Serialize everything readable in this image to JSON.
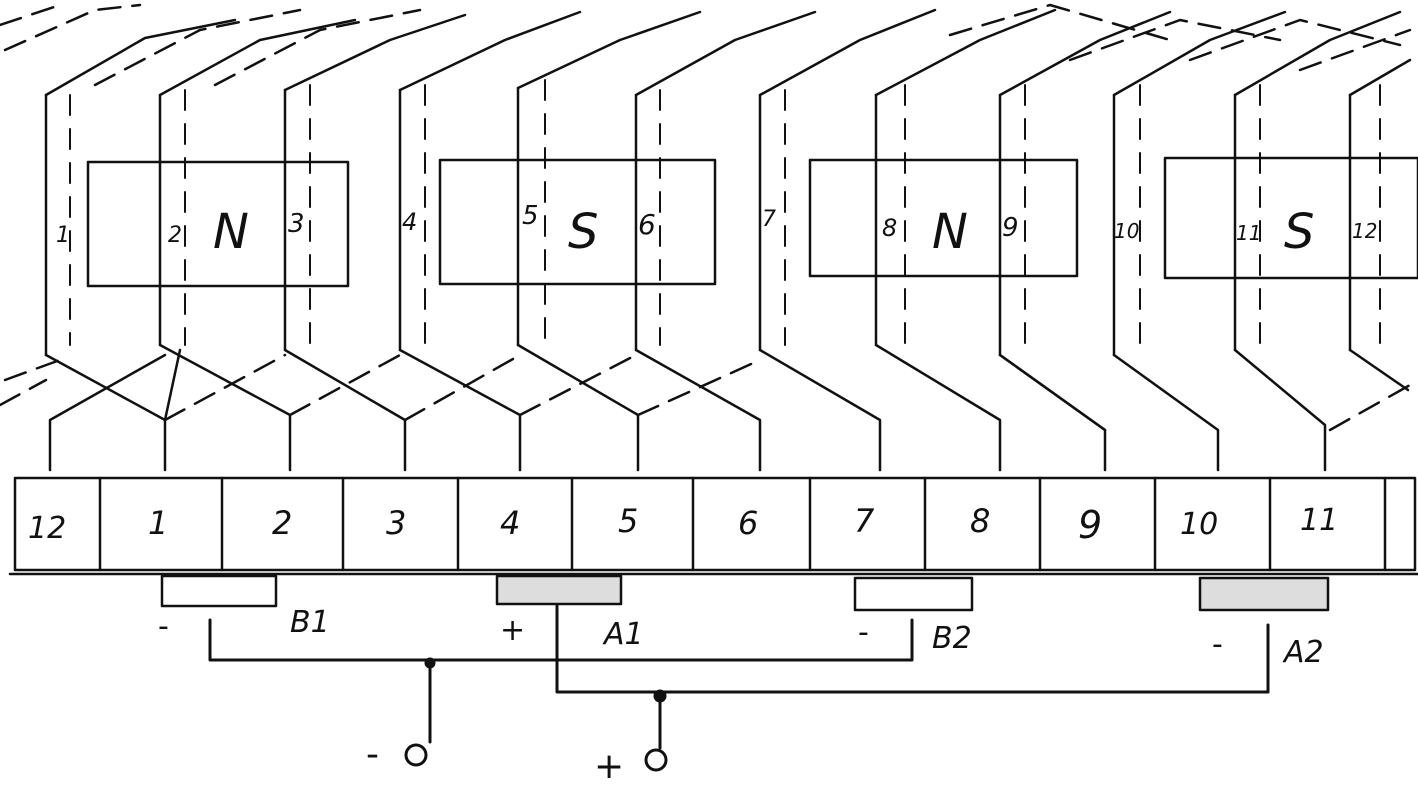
{
  "slots": [
    "1",
    "2",
    "3",
    "4",
    "5",
    "6",
    "7",
    "8",
    "9",
    "10",
    "11",
    "12"
  ],
  "poles": [
    "N",
    "S",
    "N",
    "S"
  ],
  "commutator_segments": [
    "12",
    "1",
    "2",
    "3",
    "4",
    "5",
    "6",
    "7",
    "8",
    "9",
    "10",
    "11"
  ],
  "brushes": [
    {
      "name": "B1",
      "sign": "-"
    },
    {
      "name": "A1",
      "sign": "+"
    },
    {
      "name": "B2",
      "sign": "-"
    },
    {
      "name": "A2",
      "sign": "-"
    }
  ],
  "terminals": [
    {
      "sign": "-"
    },
    {
      "sign": "+"
    }
  ],
  "colors": {
    "ink": "#111111",
    "background": "#ffffff",
    "brush_fill": "#dddddd"
  }
}
